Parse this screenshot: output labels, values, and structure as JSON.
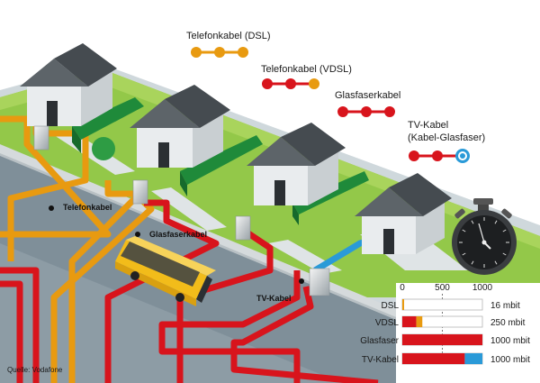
{
  "legend": {
    "dsl": "Telefonkabel (DSL)",
    "vdsl": "Telefonkabel (VDSL)",
    "fiber": "Glasfaserkabel",
    "tv_line1": "TV-Kabel",
    "tv_line2": "(Kabel-Glasfaser)"
  },
  "scene_labels": {
    "telefonkabel": "Telefonkabel",
    "glasfaserkabel": "Glasfaserkabel",
    "tv_kabel": "TV-Kabel"
  },
  "source": "Quelle: Vodafone",
  "colors": {
    "copper": "#e89a10",
    "fiber": "#d8141c",
    "tv_blue": "#2a9ad8",
    "grass": "#8cc63f",
    "road": "#7f8f99"
  },
  "chart_data": {
    "type": "bar",
    "xlim": [
      0,
      1000
    ],
    "ticks": [
      "0",
      "500",
      "1000"
    ],
    "categories": [
      "DSL",
      "VDSL",
      "Glasfaser",
      "TV-Kabel"
    ],
    "values": [
      16,
      250,
      1000,
      1000
    ],
    "value_labels": [
      "16 mbit",
      "250 mbit",
      "1000 mbit",
      "1000 mbit"
    ]
  }
}
